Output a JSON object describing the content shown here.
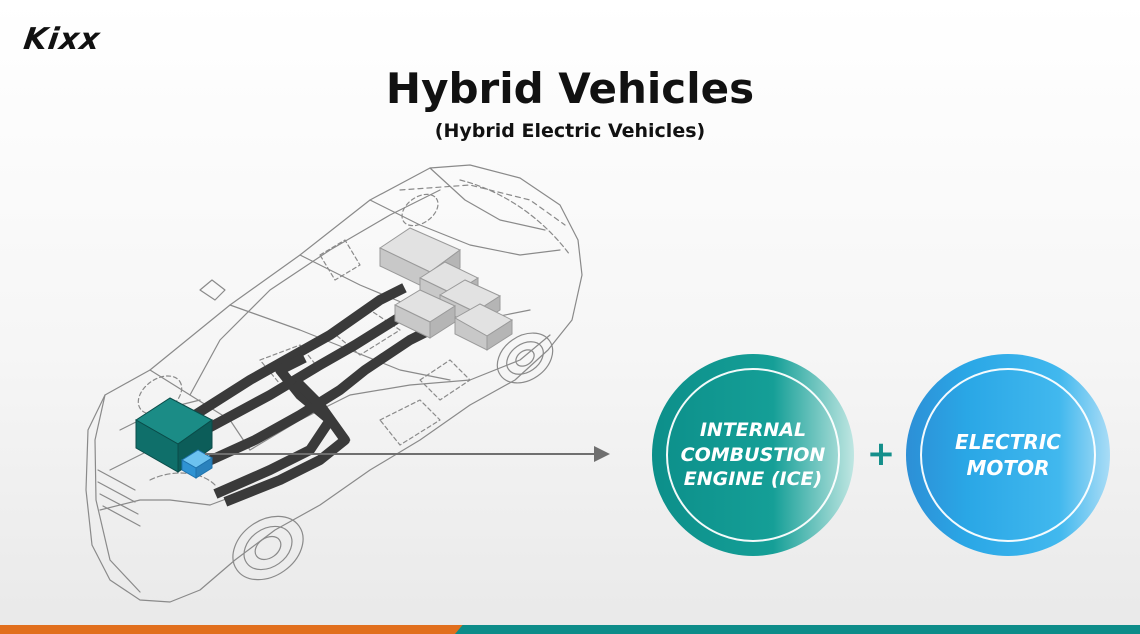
{
  "brand": {
    "logo_text": "Kixx"
  },
  "header": {
    "title": "Hybrid Vehicles",
    "subtitle": "(Hybrid Electric Vehicles)"
  },
  "components": {
    "ice_label": "INTERNAL\nCOMBUSTION\nENGINE (ICE)",
    "operator": "+",
    "motor_label": "ELECTRIC\nMOTOR"
  },
  "colors": {
    "teal": "#0d8c89",
    "blue": "#2aa7e6",
    "orange": "#e16f1d",
    "battery_gray": "#d4d4d4",
    "cable_dark": "#3a3a3a"
  }
}
